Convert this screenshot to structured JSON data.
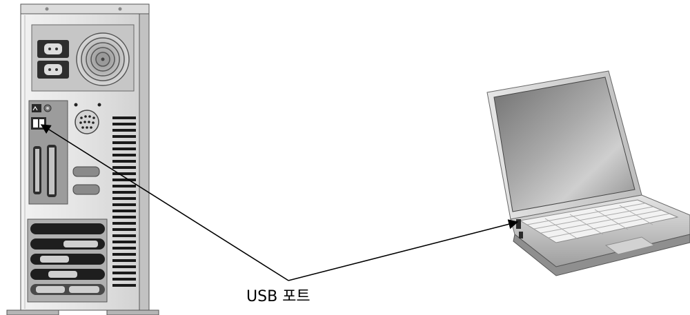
{
  "diagram": {
    "callout_label": "USB 포트",
    "pointers": [
      "computer-usb-port",
      "laptop-usb-port"
    ]
  },
  "colors": {
    "line": "#000000",
    "case_light": "#ededed",
    "case_mid": "#c4c4c4",
    "panel_dark": "#9a9a9a",
    "laptop_body": "#d6d6d6",
    "screen": "#8a8a8a"
  },
  "icons": [
    "desktop-tower-icon",
    "laptop-icon",
    "fan-icon",
    "power-socket-icon"
  ]
}
